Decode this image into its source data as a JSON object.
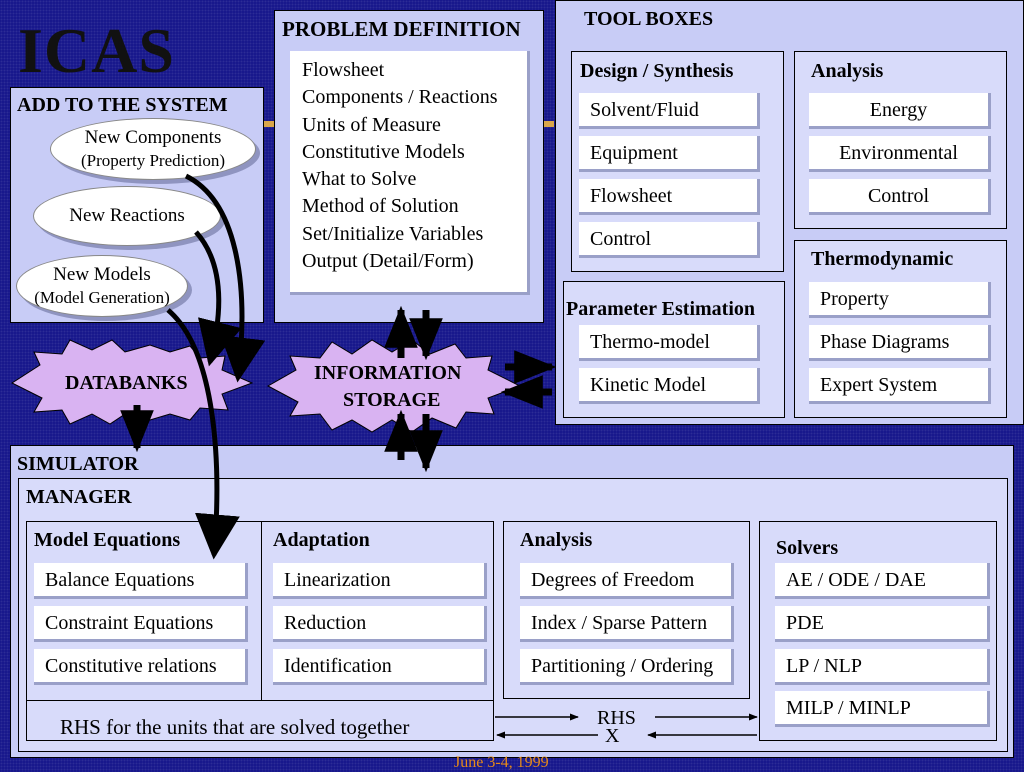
{
  "logo": "ICAS",
  "add_to_system": {
    "title": "ADD TO THE SYSTEM",
    "items": [
      {
        "label": "New Components",
        "sub": "(Property Prediction)"
      },
      {
        "label": "New Reactions",
        "sub": ""
      },
      {
        "label": "New Models",
        "sub": "(Model Generation)"
      }
    ]
  },
  "problem_definition": {
    "title": "PROBLEM DEFINITION",
    "items": [
      "Flowsheet",
      "Components / Reactions",
      "Units of Measure",
      "Constitutive Models",
      "What to Solve",
      "Method of Solution",
      "Set/Initialize Variables",
      "Output (Detail/Form)"
    ]
  },
  "tool_boxes": {
    "title": "TOOL BOXES",
    "design": {
      "title": "Design / Synthesis",
      "items": [
        "Solvent/Fluid",
        "Equipment",
        "Flowsheet",
        "Control"
      ]
    },
    "analysis": {
      "title": "Analysis",
      "items": [
        "Energy",
        "Environmental",
        "Control"
      ]
    },
    "parameter": {
      "title": "Parameter Estimation",
      "items": [
        "Thermo-model",
        "Kinetic Model"
      ]
    },
    "thermo": {
      "title": "Thermodynamic",
      "items": [
        "Property",
        "Phase Diagrams",
        "Expert System"
      ]
    }
  },
  "databanks": "DATABANKS",
  "info_storage": {
    "line1": "INFORMATION",
    "line2": "STORAGE"
  },
  "simulator": {
    "title": "SIMULATOR",
    "manager": "MANAGER",
    "model_equations": {
      "title": "Model Equations",
      "items": [
        "Balance Equations",
        "Constraint Equations",
        "Constitutive relations"
      ]
    },
    "adaptation": {
      "title": "Adaptation",
      "items": [
        "Linearization",
        "Reduction",
        "Identification"
      ]
    },
    "analysis": {
      "title": "Analysis",
      "items": [
        "Degrees of Freedom",
        "Index / Sparse Pattern",
        "Partitioning / Ordering"
      ]
    },
    "solvers": {
      "title": "Solvers",
      "items": [
        "AE / ODE / DAE",
        "PDE",
        "LP / NLP",
        "MILP / MINLP"
      ]
    },
    "rhs_note": "RHS for the units that are solved together",
    "rhs_label": "RHS",
    "x_label": "X"
  },
  "footer": "June 3-4, 1999",
  "colors": {
    "background": "#14148a",
    "panel": "#c8ccf6",
    "star_fill": "#d9b3f2",
    "footer": "#e68a1a"
  }
}
